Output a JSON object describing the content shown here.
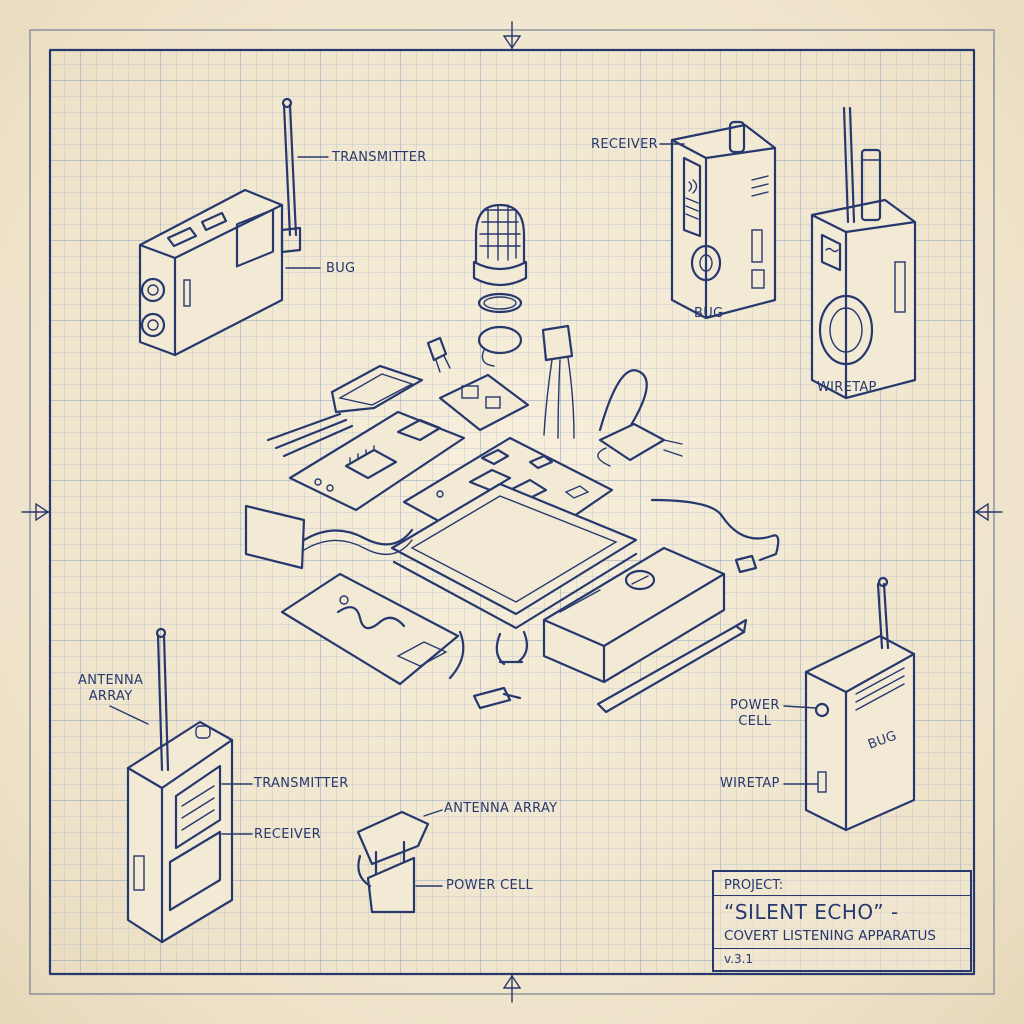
{
  "callouts": {
    "top_left_transmitter": "TRANSMITTER",
    "top_left_bug": "BUG",
    "top_right_receiver": "RECEIVER",
    "top_right_bug": "BUG",
    "top_right_wiretap": "WIRETAP",
    "left_antenna_array": "ANTENNA\nARRAY",
    "bottom_left_transmitter": "TRANSMITTER",
    "bottom_left_receiver": "RECEIVER",
    "bottom_center_antenna_array": "ANTENNA ARRAY",
    "bottom_center_power_cell": "POWER CELL",
    "bottom_right_power_cell": "POWER\nCELL",
    "bottom_right_bug": "BUG",
    "bottom_right_wiretap": "WIRETAP"
  },
  "title_block": {
    "header": "PROJECT:",
    "name": "“SILENT ECHO” -",
    "subtitle": "COVERT LISTENING APPARATUS",
    "version": "v.3.1"
  },
  "colors": {
    "ink": "#26386e",
    "paper": "#f1e8d3",
    "grid": "#9fb0cf"
  }
}
